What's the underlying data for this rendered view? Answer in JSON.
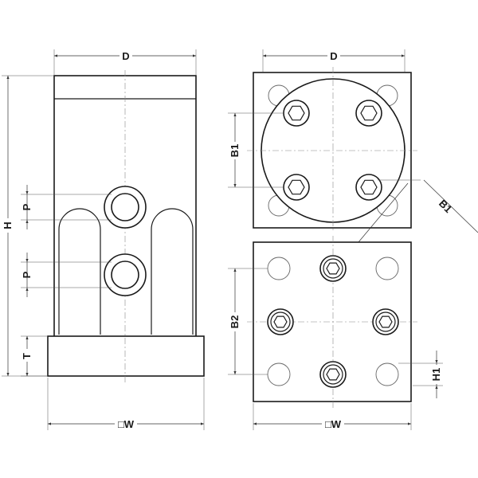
{
  "labels": {
    "front_width": "D",
    "front_height": "H",
    "front_port_pitch_top": "P",
    "front_port_pitch_bottom": "P",
    "front_base_thickness": "T",
    "front_base_square": "□W",
    "top_width": "D",
    "top_b1_vertical": "B1",
    "top_b1_diagonal": "B1",
    "bottom_b2": "B2",
    "bottom_h1": "H1",
    "bottom_square": "□W"
  }
}
